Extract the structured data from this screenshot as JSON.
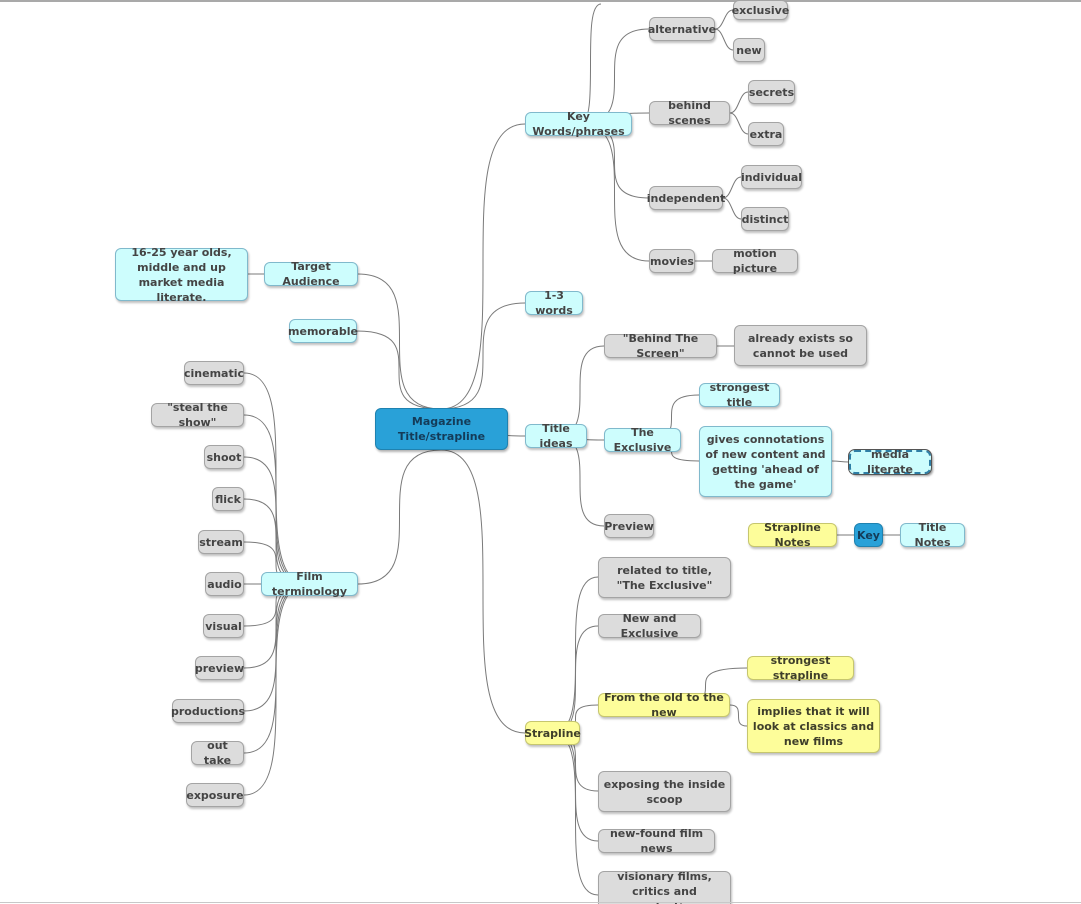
{
  "colors": {
    "gray": "#dcdcdc",
    "cyan": "#cdfdfd",
    "yellow": "#fdfd9a",
    "blue": "#29a1d8",
    "link": "#7a7a7a"
  },
  "central": {
    "label": "Magazine Title/strapline"
  },
  "branches": {
    "key_words": {
      "label": "Key Words/phrases",
      "alternative": {
        "label": "alternative",
        "children": [
          "exclusive",
          "new"
        ]
      },
      "behind_scenes": {
        "label": "behind scenes",
        "children": [
          "secrets",
          "extra"
        ]
      },
      "independent": {
        "label": "independent",
        "children": [
          "individual",
          "distinct"
        ]
      },
      "movies": {
        "label": "movies",
        "children": [
          "motion picture"
        ]
      }
    },
    "one_three_words": {
      "label": "1-3 words"
    },
    "title_ideas": {
      "label": "Title ideas",
      "behind_the_screen": {
        "label": "\"Behind The Screen\"",
        "note": "already exists so cannot be used"
      },
      "the_exclusive": {
        "label": "The Exclusive",
        "strongest": "strongest title",
        "connotations": "gives connotations of new content and getting 'ahead of the game'",
        "media_literate": "media literate"
      },
      "preview": {
        "label": "Preview"
      }
    },
    "strapline": {
      "label": "Strapline",
      "items": [
        "related to title, \"The Exclusive\"",
        "New and Exclusive",
        "exposing the inside scoop",
        "new-found film news",
        "visionary films, critics and production"
      ],
      "old_to_new": {
        "label": "From the old to the new",
        "strongest": "strongest strapline",
        "implies": "implies that it will look at classics and new films"
      }
    },
    "target_audience": {
      "label": "Target Audience",
      "detail": "16-25 year olds, middle and up market media literate."
    },
    "memorable": {
      "label": "memorable"
    },
    "film_terminology": {
      "label": "Film terminology",
      "terms": [
        "cinematic",
        "\"steal the show\"",
        "shoot",
        "flick",
        "stream",
        "audio",
        "visual",
        "preview",
        "productions",
        "out take",
        "exposure"
      ]
    }
  },
  "key": {
    "label": "Key",
    "strapline_notes": "Strapline Notes",
    "title_notes": "Title Notes"
  }
}
